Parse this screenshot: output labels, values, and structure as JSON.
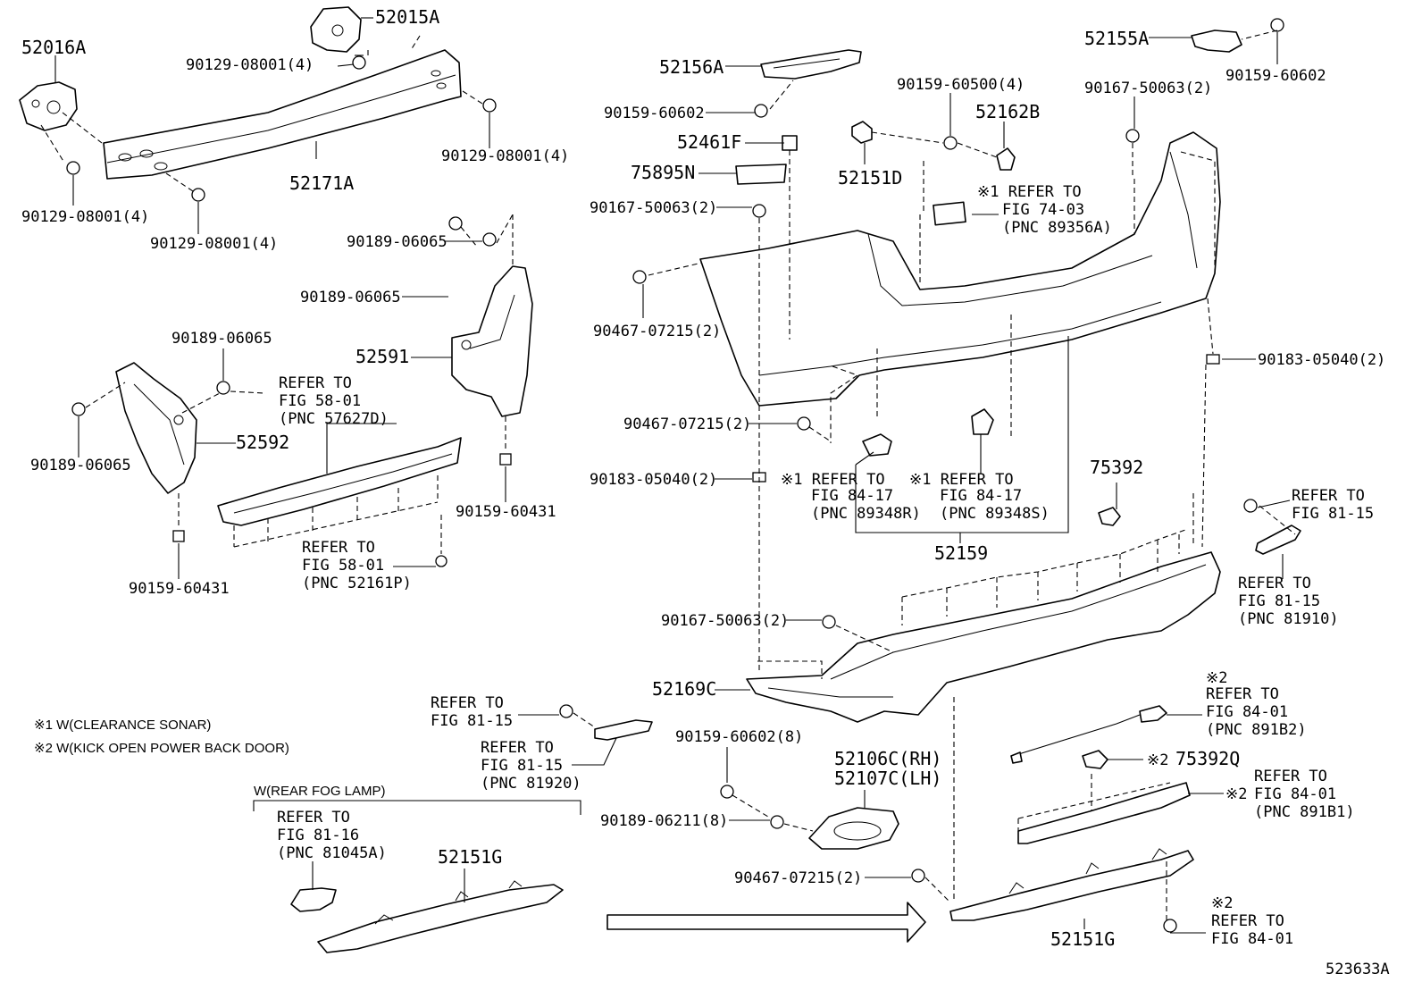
{
  "diagram_id": "523633A",
  "notes": [
    "※1 W(CLEARANCE SONAR)",
    "※2 W(KICK OPEN POWER BACK DOOR)"
  ],
  "rear_fog_lamp_group": "W(REAR FOG LAMP)",
  "labels": {
    "p52016A": "52016A",
    "p52015A": "52015A",
    "p90129_a": "90129-08001(4)",
    "p90129_b": "90129-08001(4)",
    "p90129_c": "90129-08001(4)",
    "p90129_d": "90129-08001(4)",
    "p52171A": "52171A",
    "p90189_a": "90189-06065",
    "p90189_b": "90189-06065",
    "p90189_c": "90189-06065",
    "p90189_d": "90189-06065",
    "p52591": "52591",
    "p52592": "52592",
    "p90159_60431_a": "90159-60431",
    "p90159_60431_b": "90159-60431",
    "p52156A": "52156A",
    "p90159_60602_a": "90159-60602",
    "p52461F": "52461F",
    "p75895N": "75895N",
    "p90167_a": "90167-50063(2)",
    "p90467_a": "90467-07215(2)",
    "p90467_b": "90467-07215(2)",
    "p90183_a": "90183-05040(2)",
    "p52151D": "52151D",
    "p90159_60500": "90159-60500(4)",
    "p52162B": "52162B",
    "p52155A": "52155A",
    "p90159_60602_b": "90159-60602",
    "p90167_b": "90167-50063(2)",
    "p90183_b": "90183-05040(2)",
    "p52159": "52159",
    "p75392": "75392",
    "p90167_c": "90167-50063(2)",
    "p52169C": "52169C",
    "p90159_60602_8": "90159-60602(8)",
    "p90189_06211": "90189-06211(8)",
    "p52106C": "52106C(RH)",
    "p52107C": "52107C(LH)",
    "p90467_c": "90467-07215(2)",
    "p52151G_a": "52151G",
    "p52151G_b": "52151G",
    "p75392Q": "75392Q",
    "mark2_75392Q": "※2"
  },
  "refers": {
    "r74_03": [
      "※1 REFER TO",
      "FIG 74-03",
      "(PNC 89356A)"
    ],
    "r58_01_a": [
      "REFER TO",
      "FIG 58-01",
      "(PNC 57627D)"
    ],
    "r58_01_b": [
      "REFER TO",
      "FIG 58-01",
      "(PNC 52161P)"
    ],
    "r84_17_a": [
      "※1 REFER TO",
      "FIG 84-17",
      "(PNC 89348R)"
    ],
    "r84_17_b": [
      "※1 REFER TO",
      "FIG 84-17",
      "(PNC 89348S)"
    ],
    "r81_15_a": [
      "REFER TO",
      "FIG 81-15"
    ],
    "r81_15_b": [
      "REFER TO",
      "FIG 81-15",
      "(PNC 81910)"
    ],
    "r81_15_c": [
      "REFER TO",
      "FIG 81-15"
    ],
    "r81_15_d": [
      "REFER TO",
      "FIG 81-15",
      "(PNC 81920)"
    ],
    "r81_16": [
      "REFER TO",
      "FIG 81-16",
      "(PNC 81045A)"
    ],
    "r84_01_a": [
      "※2",
      "REFER TO",
      "FIG 84-01",
      "(PNC 891B2)"
    ],
    "r84_01_b": [
      "REFER TO",
      "FIG 84-01",
      "(PNC 891B1)"
    ],
    "r84_01_b_mark": "※2",
    "r84_01_c": [
      "※2",
      "REFER TO",
      "FIG 84-01"
    ]
  }
}
